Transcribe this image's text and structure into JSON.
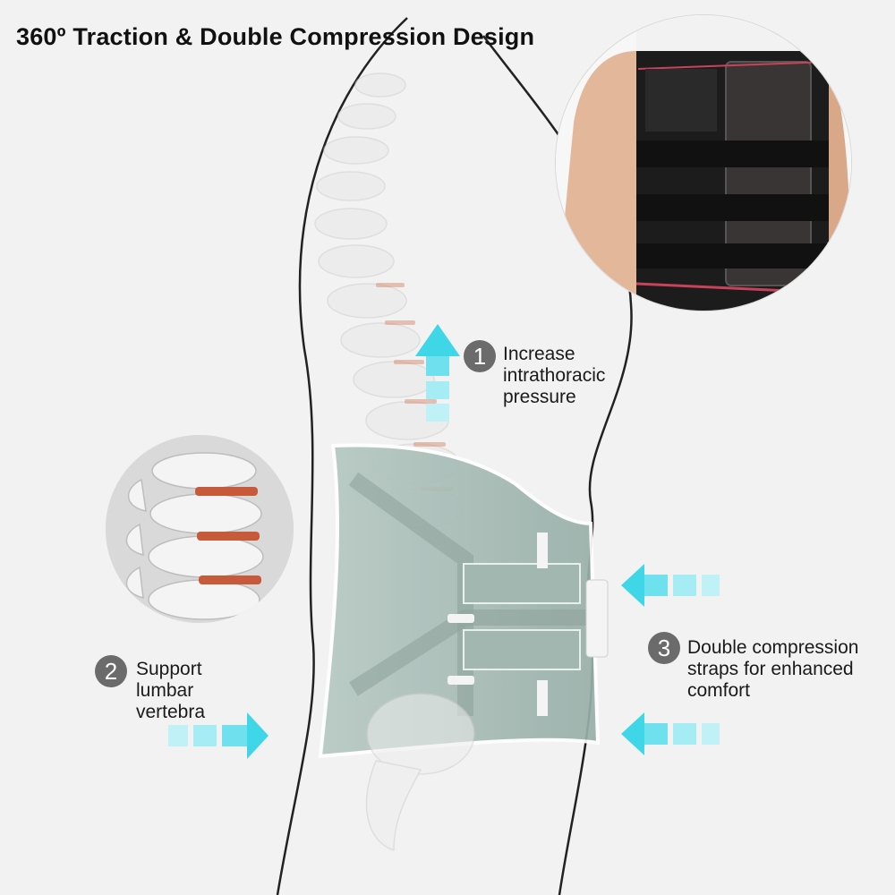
{
  "title": "360º Traction & Double Compression Design",
  "callouts": [
    {
      "number": "1",
      "lines": [
        "Increase",
        "intrathoracic",
        "pressure"
      ]
    },
    {
      "number": "2",
      "lines": [
        "Support",
        "lumbar",
        "vertebra"
      ]
    },
    {
      "number": "3",
      "lines": [
        "Double compression",
        "straps for enhanced",
        "comfort"
      ]
    }
  ],
  "colors": {
    "arrow": "#3fd6e8",
    "arrow_light": "#a6ecf4",
    "brace": "#a9bdb7",
    "disc": "#c85a3c",
    "badge": "#6b6b6b"
  },
  "icons": [
    "up-arrow",
    "right-arrow",
    "left-arrow"
  ]
}
